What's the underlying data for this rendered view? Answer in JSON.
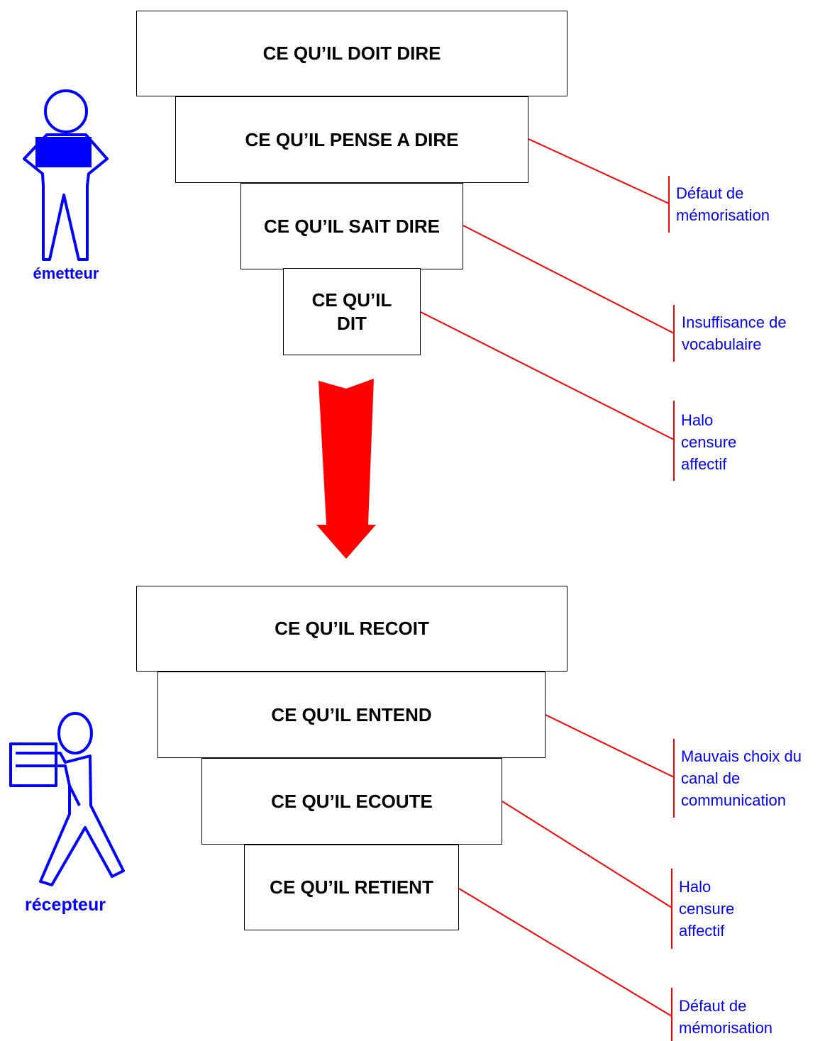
{
  "emitter": {
    "role_label": "émetteur",
    "stages": [
      "CE QU’IL DOIT DIRE",
      "CE QU’IL PENSE A DIRE",
      "CE QU’IL SAIT DIRE",
      "CE QU’IL DIT"
    ],
    "losses": [
      [
        "Défaut de",
        "mémorisation"
      ],
      [
        "Insuffisance de",
        "vocabulaire"
      ],
      [
        "Halo",
        "censure",
        "affectif"
      ]
    ]
  },
  "receiver": {
    "role_label": "récepteur",
    "stages": [
      "CE QU’IL RECOIT",
      "CE QU’IL ENTEND",
      "CE QU’IL ECOUTE",
      "CE QU’IL RETIENT"
    ],
    "losses": [
      [
        "Mauvais choix du",
        "canal de",
        "communication"
      ],
      [
        "Halo",
        "censure",
        "affectif"
      ],
      [
        "Défaut de",
        "mémorisation"
      ]
    ]
  },
  "colors": {
    "text_blue": "#0000ff",
    "line_red": "#ff0000",
    "arrow_red": "#ff0000",
    "border": "#000000"
  }
}
